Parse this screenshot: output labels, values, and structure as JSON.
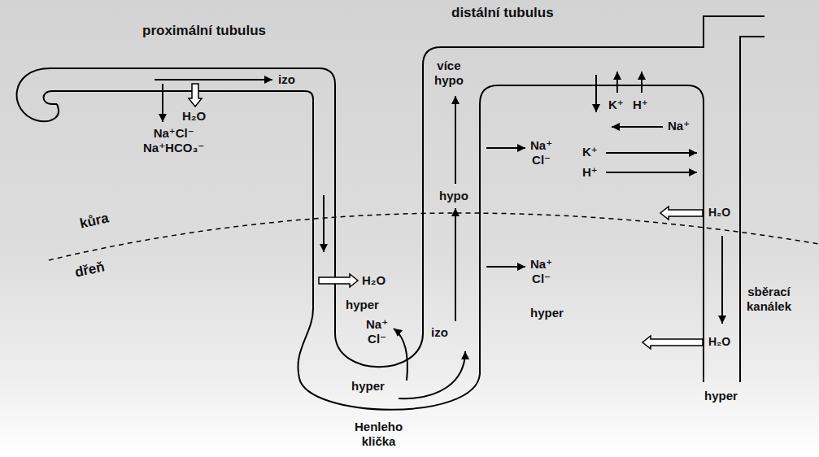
{
  "diagram": {
    "labels": [
      "proximální tubulus",
      "distální tubulus",
      "izo",
      "H₂O",
      "Na⁺Cl⁻ Na⁺HCO₃⁻",
      "kůra",
      "dřeň",
      "H₂O",
      "hyper",
      "Na⁺ Cl⁻",
      "hyper",
      "Henleho klička",
      "izo",
      "hypo",
      "více hypo",
      "Na⁺ Cl⁻",
      "Na⁺ Cl⁻",
      "hyper",
      "K⁺",
      "H⁺",
      "Na⁺",
      "K⁺",
      "H⁺",
      "H₂O",
      "H₂O",
      "sběrací kanálek",
      "hyper"
    ]
  }
}
